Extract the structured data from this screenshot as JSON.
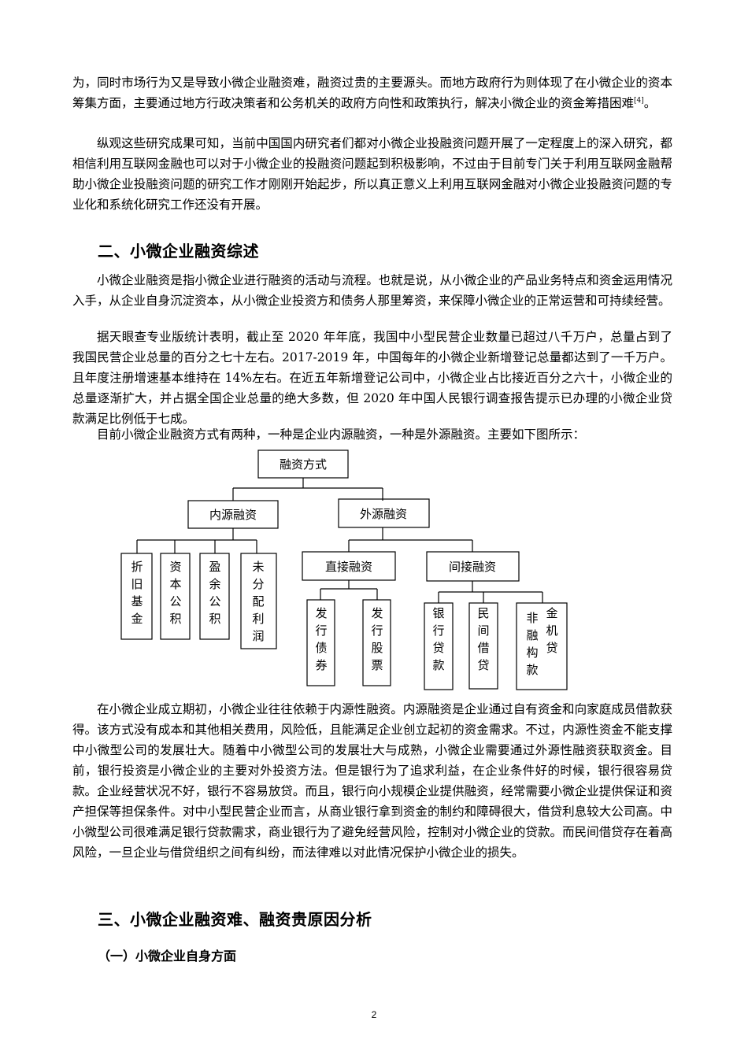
{
  "paragraphs": {
    "p1": "为，同时市场行为又是导致小微企业融资难，融资过贵的主要源头。而地方政府行为则体现了在小微企业的资本筹集方面，主要通过地方行政决策者和公务机关的政府方向性和政策执行，解决小微企业的资金筹措困难",
    "p1_ref": "[4]",
    "p1_end": "。",
    "p2": "纵观这些研究成果可知，当前中国国内研究者们都对小微企业投融资问题开展了一定程度上的深入研究，都相信利用互联网金融也可以对于小微企业的投融资问题起到积极影响，不过由于目前专门关于利用互联网金融帮助小微企业投融资问题的研究工作才刚刚开始起步，所以真正意义上利用互联网金融对小微企业投融资问题的专业化和系统化研究工作还没有开展。",
    "p3": "小微企业融资是指小微企业进行融资的活动与流程。也就是说，从小微企业的产品业务特点和资金运用情况入手，从企业自身沉淀资本，从小微企业投资方和债务人那里筹资，来保障小微企业的正常运营和可持续经营。",
    "p4": "据天眼查专业版统计表明，截止至 2020 年年底，我国中小型民营企业数量已超过八千万户，总量占到了我国民营企业总量的百分之七十左右。2017-2019 年，中国每年的小微企业新增登记总量都达到了一千万户。且年度注册增速基本维持在 14%左右。在近五年新增登记公司中，小微企业占比接近百分之六十，小微企业的总量逐渐扩大，并占据全国企业总量的绝大多数，但 2020 年中国人民银行调查报告提示已办理的小微企业贷款满足比例低于七成。",
    "p5": "目前小微企业融资方式有两种，一种是企业内源融资，一种是外源融资。主要如下图所示：",
    "p6": "在小微企业成立期初，小微企业往往依赖于内源性融资。内源融资是企业通过自有资金和向家庭成员借款获得。该方式没有成本和其他相关费用，风险低，且能满足企业创立起初的资金需求。不过，内源性资金不能支撑中小微型公司的发展壮大。随着中小微型公司的发展壮大与成熟，小微企业需要通过外源性融资获取资金。目前，银行投资是小微企业的主要对外投资方法。但是银行为了追求利益，在企业条件好的时候，银行很容易贷款。企业经营状况不好，银行不容易放贷。而且，银行向小规模企业提供融资，经常需要小微企业提供保证和资产担保等担保条件。对中小型民营企业而言，从商业银行拿到资金的制约和障碍很大，借贷利息较大公司高。中小微型公司很难满足银行贷款需求，商业银行为了避免经营风险，控制对小微企业的贷款。而民间借贷存在着高风险，一旦企业与借贷组织之间有纠纷，而法律难以对此情况保护小微企业的损失。"
  },
  "headings": {
    "section2": "二、小微企业融资综述",
    "section3": "三、小微企业融资难、融资贵原因分析",
    "section3_sub1": "（一）小微企业自身方面"
  },
  "diagram": {
    "root": "融资方式",
    "internal": "内源融资",
    "external": "外源融资",
    "internal_items": [
      "折旧基金",
      "资本公积",
      "盈余公积",
      "未分配利润"
    ],
    "direct": "直接融资",
    "indirect": "间接融资",
    "direct_items": [
      "发行债券",
      "发行股票"
    ],
    "indirect_items": [
      "银行贷款",
      "民间借贷"
    ],
    "indirect_last_col1": "非融构款",
    "indirect_last_col2": "金机贷"
  },
  "page_number": "2"
}
